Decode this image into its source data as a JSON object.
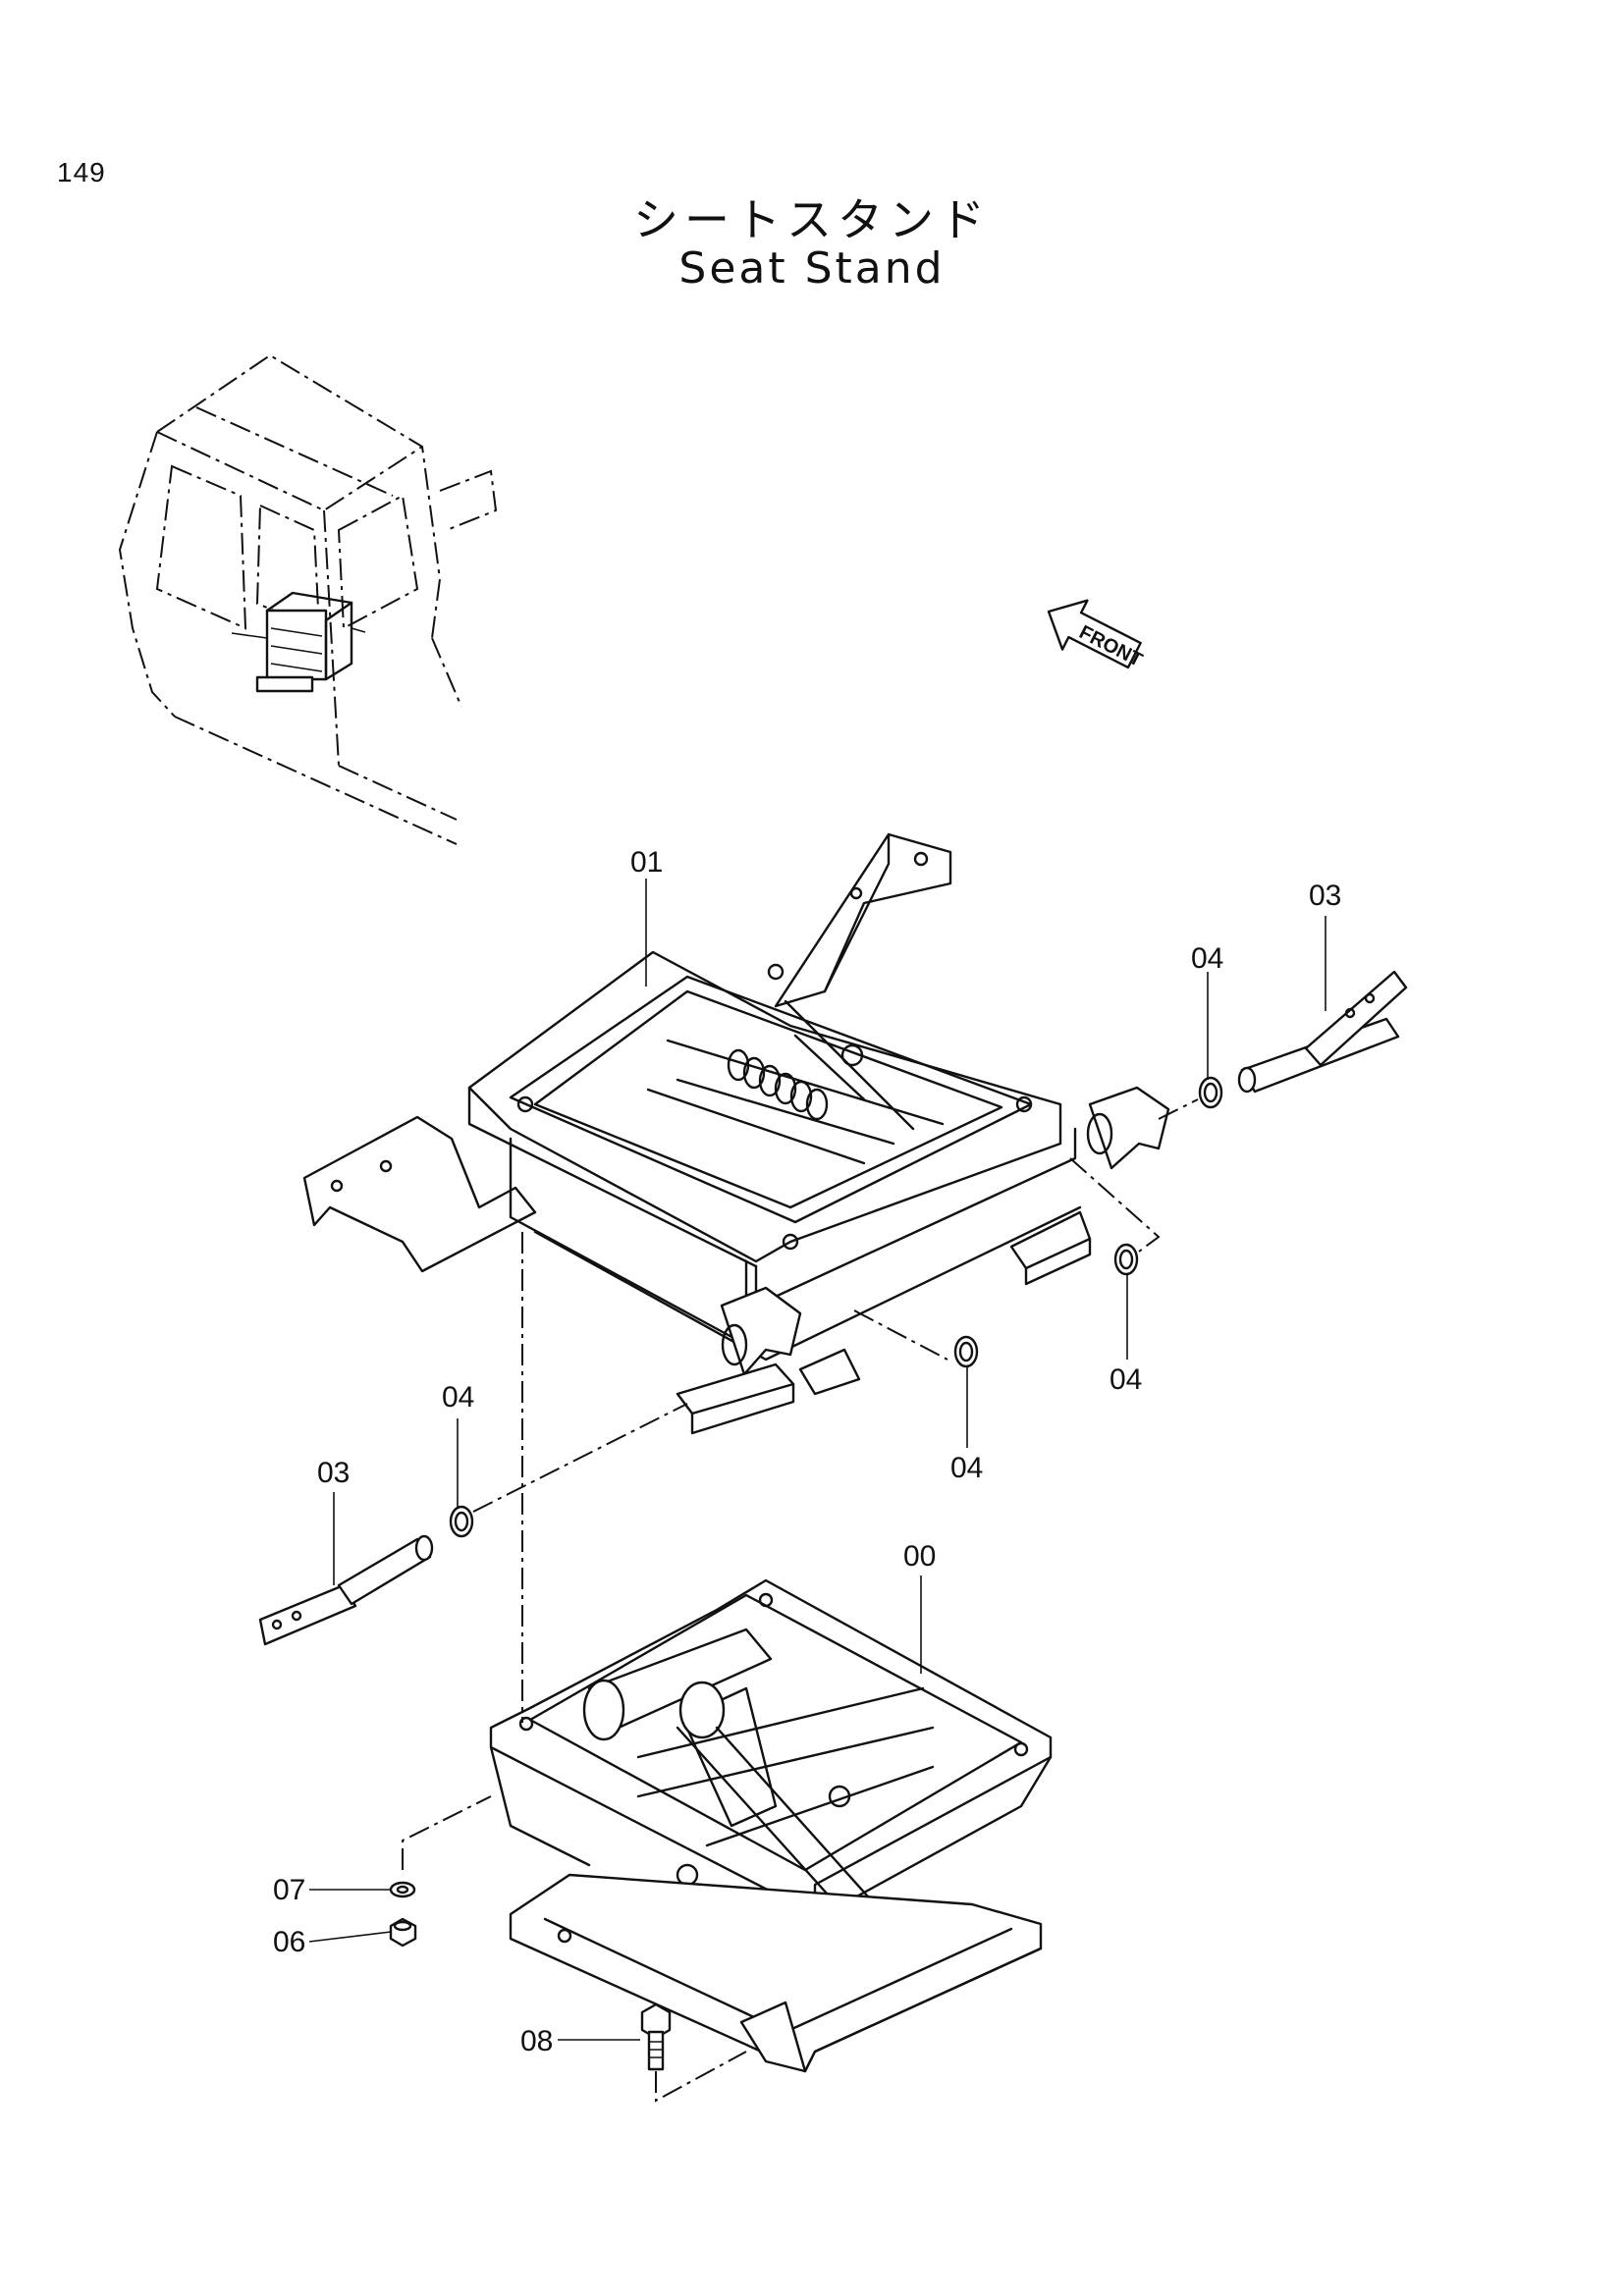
{
  "page_number": "149",
  "title_jp": "シートスタンド",
  "title_en": "Seat Stand",
  "front_label": "FRONT",
  "callouts": {
    "part_00": "00",
    "part_01": "01",
    "part_03_right": "03",
    "part_03_left": "03",
    "part_04_a": "04",
    "part_04_b": "04",
    "part_04_c": "04",
    "part_04_d": "04",
    "part_06": "06",
    "part_07": "07",
    "part_08": "08"
  }
}
